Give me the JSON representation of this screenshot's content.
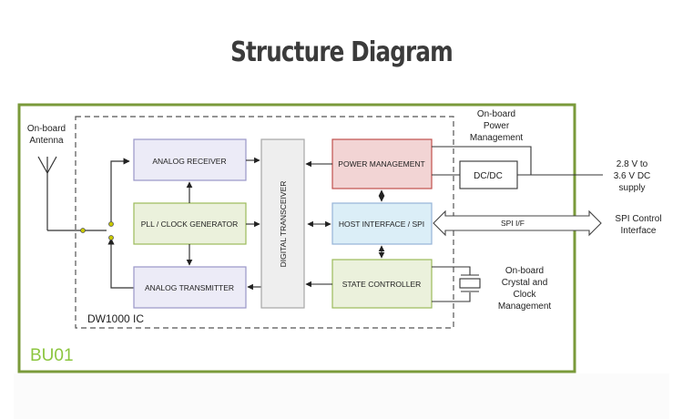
{
  "title": "Structure Diagram",
  "module": {
    "label": "BU01",
    "border_color": "#7a9a3a",
    "label_color": "#8cc63f"
  },
  "ic": {
    "label": "DW1000 IC"
  },
  "blocks": {
    "analog_receiver": {
      "label": "ANALOG RECEIVER",
      "fill": "#ecebf7",
      "stroke": "#9a96c8"
    },
    "pll_clock": {
      "label": "PLL / CLOCK GENERATOR",
      "fill": "#ebf1dc",
      "stroke": "#9bbb59"
    },
    "analog_transmitter": {
      "label": "ANALOG TRANSMITTER",
      "fill": "#ecebf7",
      "stroke": "#9a96c8"
    },
    "digital_transceiver": {
      "label": "DIGITAL TRANSCEIVER",
      "fill": "#eeeeee",
      "stroke": "#a6a6a6"
    },
    "power_management": {
      "label": "POWER MANAGEMENT",
      "fill": "#f2d4d4",
      "stroke": "#c0504d"
    },
    "host_interface": {
      "label": "HOST INTERFACE / SPI",
      "fill": "#dbeef7",
      "stroke": "#95b3d7"
    },
    "state_controller": {
      "label": "STATE CONTROLLER",
      "fill": "#ebf1dc",
      "stroke": "#9bbb59"
    },
    "dcdc": {
      "label": "DC/DC"
    }
  },
  "labels": {
    "antenna": [
      "On-board",
      "Antenna"
    ],
    "power": [
      "On-board",
      "Power",
      "Management"
    ],
    "supply": [
      "2.8 V to",
      "3.6 V DC",
      "supply"
    ],
    "spi_if": "SPI I/F",
    "spi_control": [
      "SPI Control",
      "Interface"
    ],
    "crystal": [
      "On-board",
      "Crystal and",
      "Clock",
      "Management"
    ]
  }
}
